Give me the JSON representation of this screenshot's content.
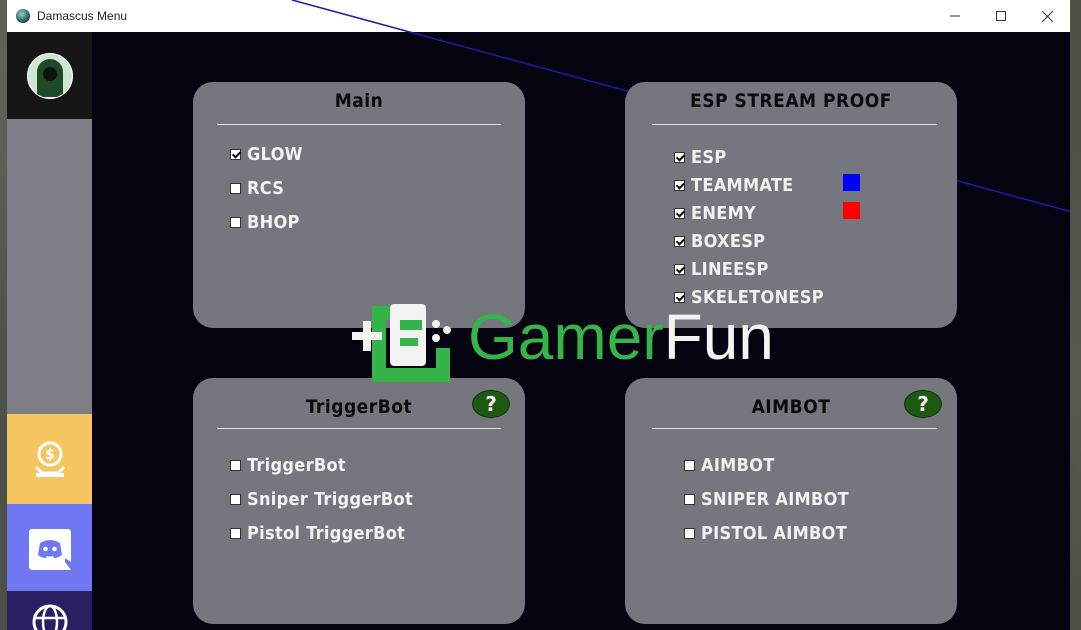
{
  "window": {
    "title": "Damascus Menu",
    "controls": {
      "minimize": "—",
      "maximize": "☐",
      "close": "✕"
    }
  },
  "sidebar": {
    "items": [
      {
        "name": "avatar",
        "icon": "hooded-figure-avatar-icon"
      },
      {
        "name": "donate",
        "icon": "money-bag-icon",
        "color": "#f5c660"
      },
      {
        "name": "discord",
        "icon": "discord-icon",
        "color": "#6f77f3"
      },
      {
        "name": "website",
        "icon": "globe-icon",
        "color": "#2a1f63"
      }
    ]
  },
  "panels": {
    "main": {
      "title": "Main",
      "options": [
        {
          "label": "GLOW",
          "checked": true
        },
        {
          "label": "RCS",
          "checked": false
        },
        {
          "label": "BHOP",
          "checked": false
        }
      ]
    },
    "esp": {
      "title": "ESP STREAM PROOF",
      "options": [
        {
          "label": "ESP",
          "checked": true
        },
        {
          "label": "TEAMMATE",
          "checked": true,
          "color": "#0000ff"
        },
        {
          "label": "ENEMY",
          "checked": true,
          "color": "#ff0000"
        },
        {
          "label": "BOXESP",
          "checked": true
        },
        {
          "label": "LINEESP",
          "checked": true
        },
        {
          "label": "SKELETONESP",
          "checked": true
        }
      ]
    },
    "trigger": {
      "title": "TriggerBot",
      "help": "?",
      "options": [
        {
          "label": "TriggerBot",
          "checked": false
        },
        {
          "label": "Sniper TriggerBot",
          "checked": false
        },
        {
          "label": "Pistol TriggerBot",
          "checked": false
        }
      ]
    },
    "aimbot": {
      "title": "AIMBOT",
      "help": "?",
      "options": [
        {
          "label": "AIMBOT",
          "checked": false
        },
        {
          "label": "SNIPER AIMBOT",
          "checked": false
        },
        {
          "label": "PISTOL AIMBOT",
          "checked": false
        }
      ]
    }
  },
  "watermark": {
    "part1": "Gamer",
    "part2": "Fun"
  },
  "colors": {
    "panel": "#75767e",
    "background": "#05030f",
    "help_button": "#1c5a13"
  }
}
